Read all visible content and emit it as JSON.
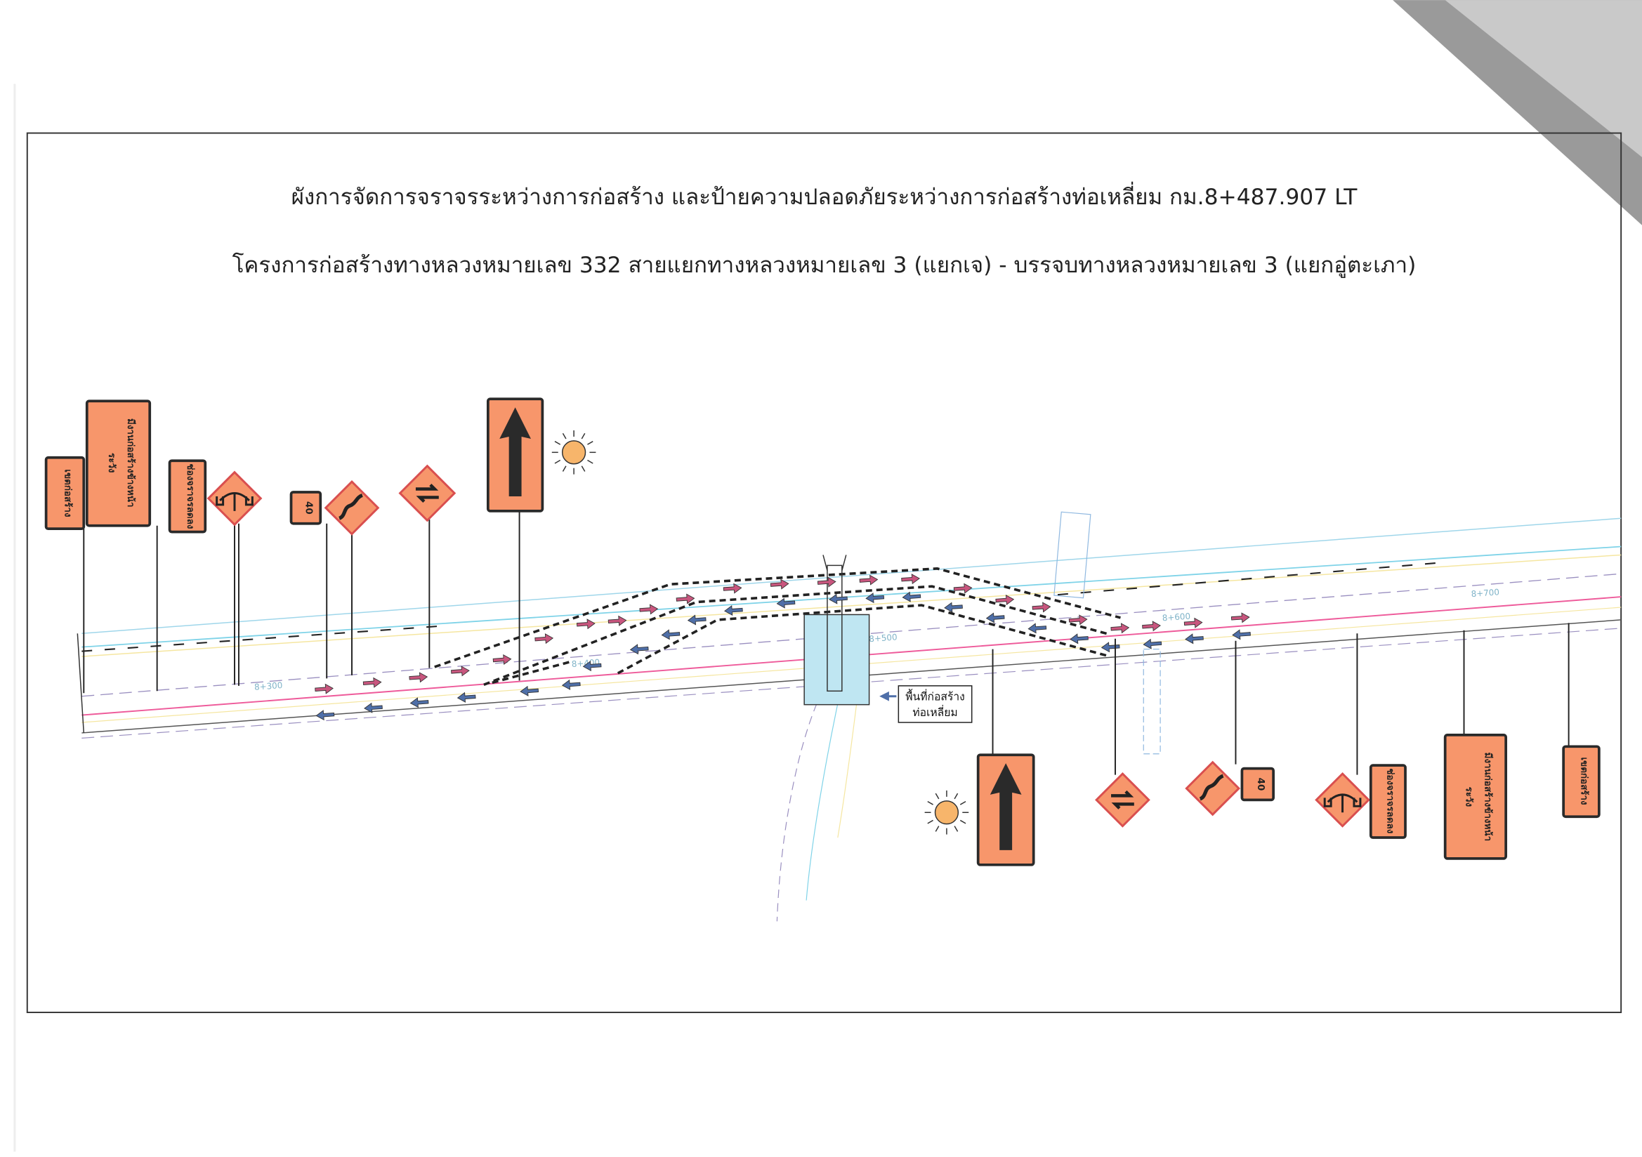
{
  "title": {
    "line1": "ผังการจัดการจราจรระหว่างการก่อสร้าง และป้ายความปลอดภัยระหว่างการก่อสร้างท่อเหลี่ยม กม.8+487.907 LT",
    "line2": "โครงการก่อสร้างทางหลวงหมายเลข 332 สายแยกทางหลวงหมายเลข 3 (แยกเจ) - บรรจบทางหลวงหมายเลข 3 (แยกอู่ตะเภา)"
  },
  "stations": [
    "8+300",
    "8+400",
    "8+500",
    "8+600",
    "8+700"
  ],
  "work_area_label": {
    "line1": "พื้นที่ก่อสร้าง",
    "line2": "ท่อเหลี่ยม"
  },
  "signs": {
    "work_zone": "เขตก่อสร้าง",
    "construction_ahead_1": "ระวัง",
    "construction_ahead_2": "มีงานก่อสร้างข้างหน้า",
    "lane_narrows": "ช่องจราจรลดลง",
    "speed_limit": "40"
  },
  "colors": {
    "sign_orange": "#f7966b",
    "sign_border": "#2a2a2a",
    "pink_line": "#ee5a9a",
    "cyan_line": "#7fd3e8",
    "work_area_fill": "#bfe6f2",
    "arrow_inbound": "#c8567e",
    "arrow_outbound": "#4f6fa8",
    "sun": "#f7b56b"
  }
}
